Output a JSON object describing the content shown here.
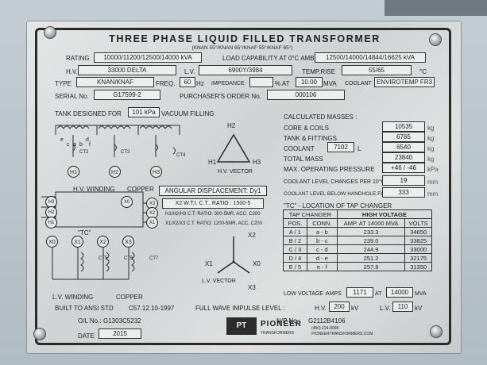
{
  "plate": {
    "title": "THREE PHASE LIQUID FILLED TRANSFORMER",
    "cooling_class_note": "(KNAN 55°/KNAN 65°/KNAF 55°/KNAF 65°)"
  },
  "ratings": {
    "rating_label": "RATING",
    "rating_value": "10000/11200/12500/14000 kVA",
    "load_capability_label": "LOAD CAPABILITY AT 0°C AMBIENT",
    "load_capability_value": "12500/14000/14844/16625 kVA",
    "hv_label": "H.V.",
    "hv_value": "33000 DELTA",
    "lv_label": "L.V.",
    "lv_value": "6900Y/3984",
    "temprise_label": "TEMP.RISE",
    "temprise_value": "55/65",
    "temprise_unit": "°C",
    "type_label": "TYPE",
    "type_value": "KNAN/KNAF",
    "freq_label": "FREQ.",
    "freq_value": "60",
    "freq_unit": "Hz",
    "impedance_label": "IMPEDANCE",
    "impedance_value": "",
    "impedance_unit": "% AT",
    "impedance_base_value": "10.00",
    "impedance_base_unit": "MVA",
    "coolant_label": "COOLANT",
    "coolant_value": "ENVIROTEMP FR3",
    "serial_label": "SERIAL No.",
    "serial_value": "G17599-2",
    "purchaser_label": "PURCHASER'S ORDER No.",
    "purchaser_value": "000106"
  },
  "tank": {
    "designed_for_label": "TANK DESIGNED FOR",
    "designed_for_value": "101 kPa",
    "vacuum_label": "VACUUM FILLING"
  },
  "masses": {
    "heading": "CALCULATED MASSES :",
    "core_label": "CORE & COILS",
    "core_value": "10535",
    "tank_label": "TANK & FITTINGS",
    "tank_value": "6765",
    "coolant_label": "COOLANT",
    "coolant_liters": "7102",
    "coolant_liters_unit": "L",
    "coolant_value": "6540",
    "total_label": "TOTAL MASS",
    "total_value": "23840",
    "mass_unit": "kg",
    "pressure_label": "MAX. OPERATING PRESSURE",
    "pressure_value": "+46 / -46",
    "pressure_unit": "kPa",
    "level_change_label": "COOLANT LEVEL CHANGES PER 10°C",
    "level_change_value": "19",
    "level_below_label": "COOLANT LEVEL BELOW HANDHOLE FLANGE",
    "level_below_value": "333",
    "length_unit": "mm"
  },
  "diagram": {
    "hv_winding_label": "H.V. WINDING",
    "hv_copper_label": "COPPER",
    "lv_winding_label": "L.V. WINDING",
    "lv_copper_label": "COPPER",
    "angular_label": "ANGULAR DISPLACEMENT: Dy1",
    "hv_vector_label": "H.V. VECTOR",
    "lv_vector_label": "L.V. VECTOR",
    "ct_line1": "X2 W.T.I. C.T., RATIO : 1500-5",
    "ct_line2": "H1/H2/H3 C.T. RATIO: 300-5MR, ACC. C200",
    "ct_line3": "X1/X2/X3 C.T. RATIO: 1200-5MR, ACC. C200",
    "tc_label": "\"TC\"",
    "h1": "H1",
    "h2": "H2",
    "h3": "H3",
    "x0": "X0",
    "x1": "X1",
    "x2": "X2",
    "x3": "X3",
    "ct2": "CT2",
    "ct3": "CT3",
    "ct4": "CT4",
    "ct5": "CT5",
    "ct6": "CT6",
    "ct7": "CT7",
    "winding_a": "a",
    "winding_b": "b",
    "winding_c": "c",
    "winding_d": "d",
    "winding_e": "e",
    "winding_f": "f",
    "vec_h1": "H1",
    "vec_h2": "H2",
    "vec_h3": "H3",
    "vec_x0": "X0",
    "vec_x1": "X1",
    "vec_x2": "X2",
    "vec_x3": "X3"
  },
  "tap_changer": {
    "heading": "\"TC\" - LOCATION OF TAP CHANGER",
    "group_header": "HIGH VOLTAGE",
    "col_tap_changer": "TAP CHANGER",
    "col_amp_at": "AMP. AT",
    "col_pos": "POS.",
    "col_conn": "CONN.",
    "col_amp_value": "14000",
    "col_amp_unit": "MVA",
    "col_volts": "VOLTS",
    "rows": [
      {
        "pos": "A / 1",
        "conn": "a - b",
        "amp": "233.3",
        "volts": "34650"
      },
      {
        "pos": "B / 2",
        "conn": "b - c",
        "amp": "239.0",
        "volts": "33825"
      },
      {
        "pos": "C / 3",
        "conn": "c - d",
        "amp": "244.9",
        "volts": "33000"
      },
      {
        "pos": "D / 4",
        "conn": "d - e",
        "amp": "251.2",
        "volts": "32175"
      },
      {
        "pos": "E / 5",
        "conn": "e - f",
        "amp": "257.8",
        "volts": "31350"
      }
    ],
    "lv_label": "LOW VOLTAGE :",
    "lv_amps_label": "AMPS",
    "lv_amps_value": "1171",
    "lv_at_label": "AT",
    "lv_at_value": "14000",
    "lv_at_unit": "MVA"
  },
  "footer": {
    "built_label": "BUILT TO ANSI STD",
    "built_value": "C57.12.10-1997",
    "impulse_label": "FULL WAVE IMPULSE LEVEL :",
    "impulse_hv_label": "H.V.",
    "impulse_hv_value": "200",
    "impulse_hv_unit": "kV",
    "impulse_lv_label": "L.V.",
    "impulse_lv_value": "110",
    "impulse_lv_unit": "kV",
    "ol_label": "O/L No.:",
    "ol_value": "G1303C5232",
    "np_label": "N/P No.:",
    "np_value": "G2112B4106",
    "date_label": "DATE",
    "date_value": "2015",
    "logo_mark": "PT",
    "brand": "PIONEER",
    "brand_sub": "TRANSFORMERS",
    "brand_contact": "(450) 224-8008",
    "brand_web": "PIONEERTRANSFORMERS.COM"
  }
}
